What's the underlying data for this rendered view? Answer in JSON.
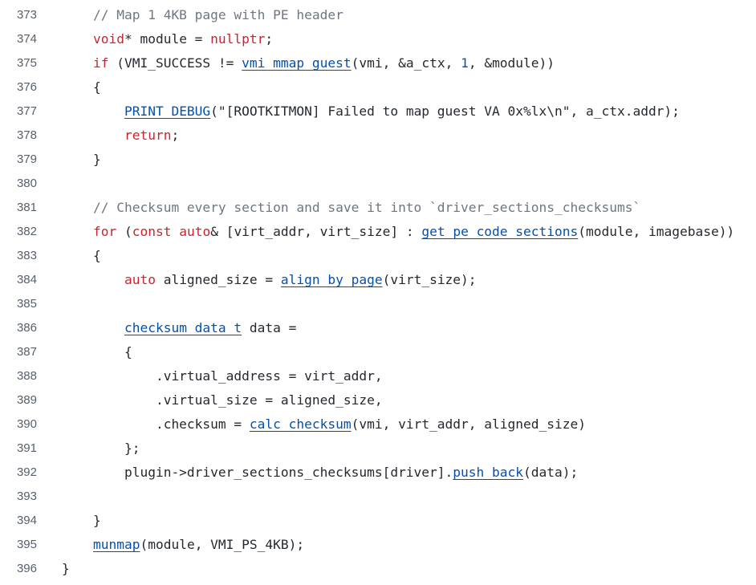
{
  "colors": {
    "background": "#ffffff",
    "line_number": "#57606a",
    "text": "#24292f",
    "comment": "#6e7781",
    "keyword": "#cf222e",
    "function": "#0550ae"
  },
  "lines": [
    {
      "number": "373",
      "tokens": [
        {
          "t": "    "
        },
        {
          "t": "// Map 1 4KB page with PE header",
          "k": "c"
        }
      ]
    },
    {
      "number": "374",
      "tokens": [
        {
          "t": "    "
        },
        {
          "t": "void",
          "k": "k"
        },
        {
          "t": "* module = "
        },
        {
          "t": "nullptr",
          "k": "k"
        },
        {
          "t": ";"
        }
      ]
    },
    {
      "number": "375",
      "tokens": [
        {
          "t": "    "
        },
        {
          "t": "if",
          "k": "k"
        },
        {
          "t": " (VMI_SUCCESS != "
        },
        {
          "t": "vmi_mmap_guest",
          "k": "f"
        },
        {
          "t": "(vmi, &a_ctx, "
        },
        {
          "t": "1",
          "k": "n"
        },
        {
          "t": ", &module))"
        }
      ]
    },
    {
      "number": "376",
      "tokens": [
        {
          "t": "    {"
        }
      ]
    },
    {
      "number": "377",
      "tokens": [
        {
          "t": "        "
        },
        {
          "t": "PRINT_DEBUG",
          "k": "f2"
        },
        {
          "t": "("
        },
        {
          "t": "\"[ROOTKITMON] Failed to map guest VA 0x%lx\\n\"",
          "k": "s"
        },
        {
          "t": ", a_ctx.addr);"
        }
      ]
    },
    {
      "number": "378",
      "tokens": [
        {
          "t": "        "
        },
        {
          "t": "return",
          "k": "k"
        },
        {
          "t": ";"
        }
      ]
    },
    {
      "number": "379",
      "tokens": [
        {
          "t": "    }"
        }
      ]
    },
    {
      "number": "380",
      "tokens": []
    },
    {
      "number": "381",
      "tokens": [
        {
          "t": "    "
        },
        {
          "t": "// Checksum every section and save it into `driver_sections_checksums`",
          "k": "c"
        }
      ]
    },
    {
      "number": "382",
      "tokens": [
        {
          "t": "    "
        },
        {
          "t": "for",
          "k": "k"
        },
        {
          "t": " ("
        },
        {
          "t": "const",
          "k": "k"
        },
        {
          "t": " "
        },
        {
          "t": "auto",
          "k": "k"
        },
        {
          "t": "& [virt_addr, virt_size] : "
        },
        {
          "t": "get_pe_code_sections",
          "k": "f"
        },
        {
          "t": "(module, imagebase))"
        }
      ]
    },
    {
      "number": "383",
      "tokens": [
        {
          "t": "    {"
        }
      ]
    },
    {
      "number": "384",
      "tokens": [
        {
          "t": "        "
        },
        {
          "t": "auto",
          "k": "k"
        },
        {
          "t": " aligned_size = "
        },
        {
          "t": "align_by_page",
          "k": "f"
        },
        {
          "t": "(virt_size);"
        }
      ]
    },
    {
      "number": "385",
      "tokens": []
    },
    {
      "number": "386",
      "tokens": [
        {
          "t": "        "
        },
        {
          "t": "checksum_data_t",
          "k": "f"
        },
        {
          "t": " data ="
        }
      ]
    },
    {
      "number": "387",
      "tokens": [
        {
          "t": "        {"
        }
      ]
    },
    {
      "number": "388",
      "tokens": [
        {
          "t": "            .virtual_address = virt_addr,"
        }
      ]
    },
    {
      "number": "389",
      "tokens": [
        {
          "t": "            .virtual_size = aligned_size,"
        }
      ]
    },
    {
      "number": "390",
      "tokens": [
        {
          "t": "            .checksum = "
        },
        {
          "t": "calc_checksum",
          "k": "f"
        },
        {
          "t": "(vmi, virt_addr, aligned_size)"
        }
      ]
    },
    {
      "number": "391",
      "tokens": [
        {
          "t": "        };"
        }
      ]
    },
    {
      "number": "392",
      "tokens": [
        {
          "t": "        plugin->driver_sections_checksums[driver]."
        },
        {
          "t": "push_back",
          "k": "f"
        },
        {
          "t": "(data);"
        }
      ]
    },
    {
      "number": "393",
      "tokens": []
    },
    {
      "number": "394",
      "tokens": [
        {
          "t": "    }"
        }
      ]
    },
    {
      "number": "395",
      "tokens": [
        {
          "t": "    "
        },
        {
          "t": "munmap",
          "k": "f"
        },
        {
          "t": "(module, VMI_PS_4KB);"
        }
      ]
    },
    {
      "number": "396",
      "tokens": [
        {
          "t": "}"
        }
      ]
    }
  ]
}
